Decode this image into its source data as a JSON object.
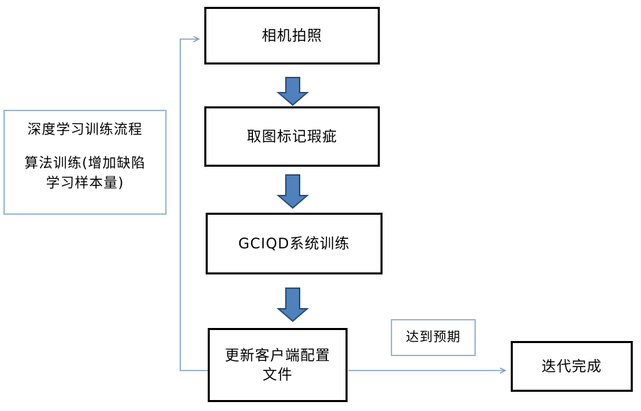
{
  "diagram": {
    "camera": {
      "label": "相机拍照"
    },
    "mark_defects": {
      "label": "取图标记瑕疵"
    },
    "gciqd_training": {
      "label": "GCIQD系统训练"
    },
    "update_config": {
      "line1": "更新客户端配置",
      "line2": "文件"
    },
    "training_note": {
      "line1": "深度学习训练流程",
      "line2": "算法训练(增加缺陷",
      "line3": "学习样本量)"
    },
    "expectation": {
      "label": "达到预期"
    },
    "iteration_done": {
      "label": "迭代完成"
    },
    "colors": {
      "block_arrow_fill": "#4f81bd",
      "block_arrow_border": "#2c4d75",
      "connector_line": "#7da0c4",
      "thin_box_border": "#9cb6d4",
      "process_box_border": "#000000"
    }
  }
}
